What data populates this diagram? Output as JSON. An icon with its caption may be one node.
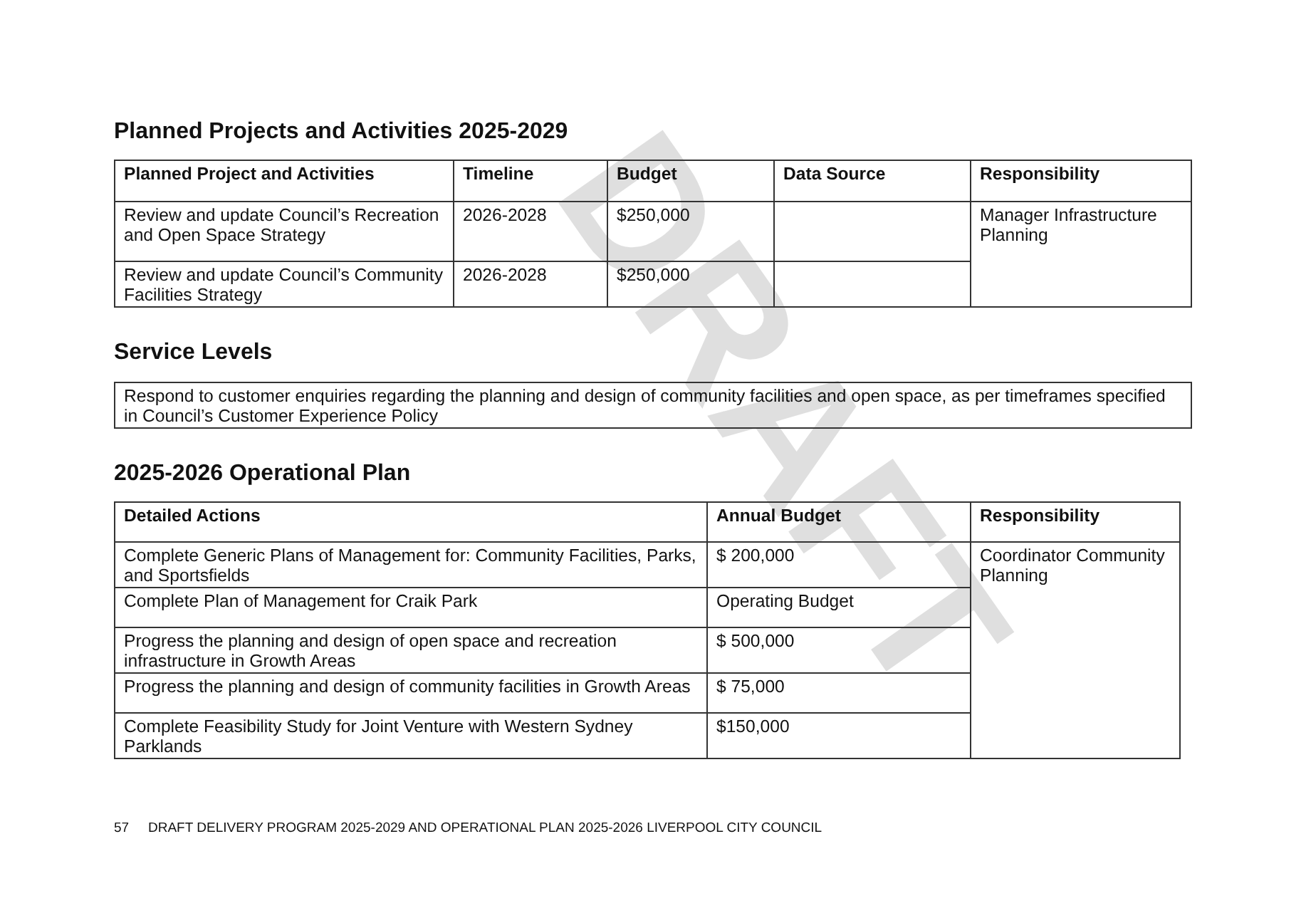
{
  "diagram": {
    "labels": [
      "Planned Projects and Activities 2025-2029",
      "Planned Project and Activities",
      "Timeline",
      "Budget",
      "Data Source",
      "Responsibility",
      "Review and update Council’s Recreation and Open Space Strategy",
      "2026-2028",
      "$250,000",
      "Manager Infrastructure Planning",
      "Review and update Council’s Community Facilities Strategy",
      "2026-2028",
      "$250,000",
      "Service Levels",
      "Respond to customer enquiries regarding the planning and design of community facilities and open space, as per timeframes specified in Council’s Customer Experience Policy",
      "2025-2026 Operational Plan",
      "Detailed Actions",
      "Annual Budget",
      "Responsibility",
      "Complete Generic Plans of Management for: Community Facilities, Parks, and Sportsfields",
      "$ 200,000",
      "Coordinator Community Planning",
      "Complete Plan of Management for Craik Park",
      "Operating Budget",
      "Progress the planning and design of open space and recreation infrastructure in Growth Areas",
      "$ 500,000",
      "Progress the planning and design of community facilities in Growth Areas",
      "$ 75,000",
      "Complete Feasibility Study for Joint Venture with Western Sydney Parklands",
      "$150,000",
      "57",
      "DRAFT DELIVERY PROGRAM 2025-2029 AND OPERATIONAL PLAN 2025-2026 LIVERPOOL CITY COUNCIL",
      "DRAFT"
    ]
  }
}
